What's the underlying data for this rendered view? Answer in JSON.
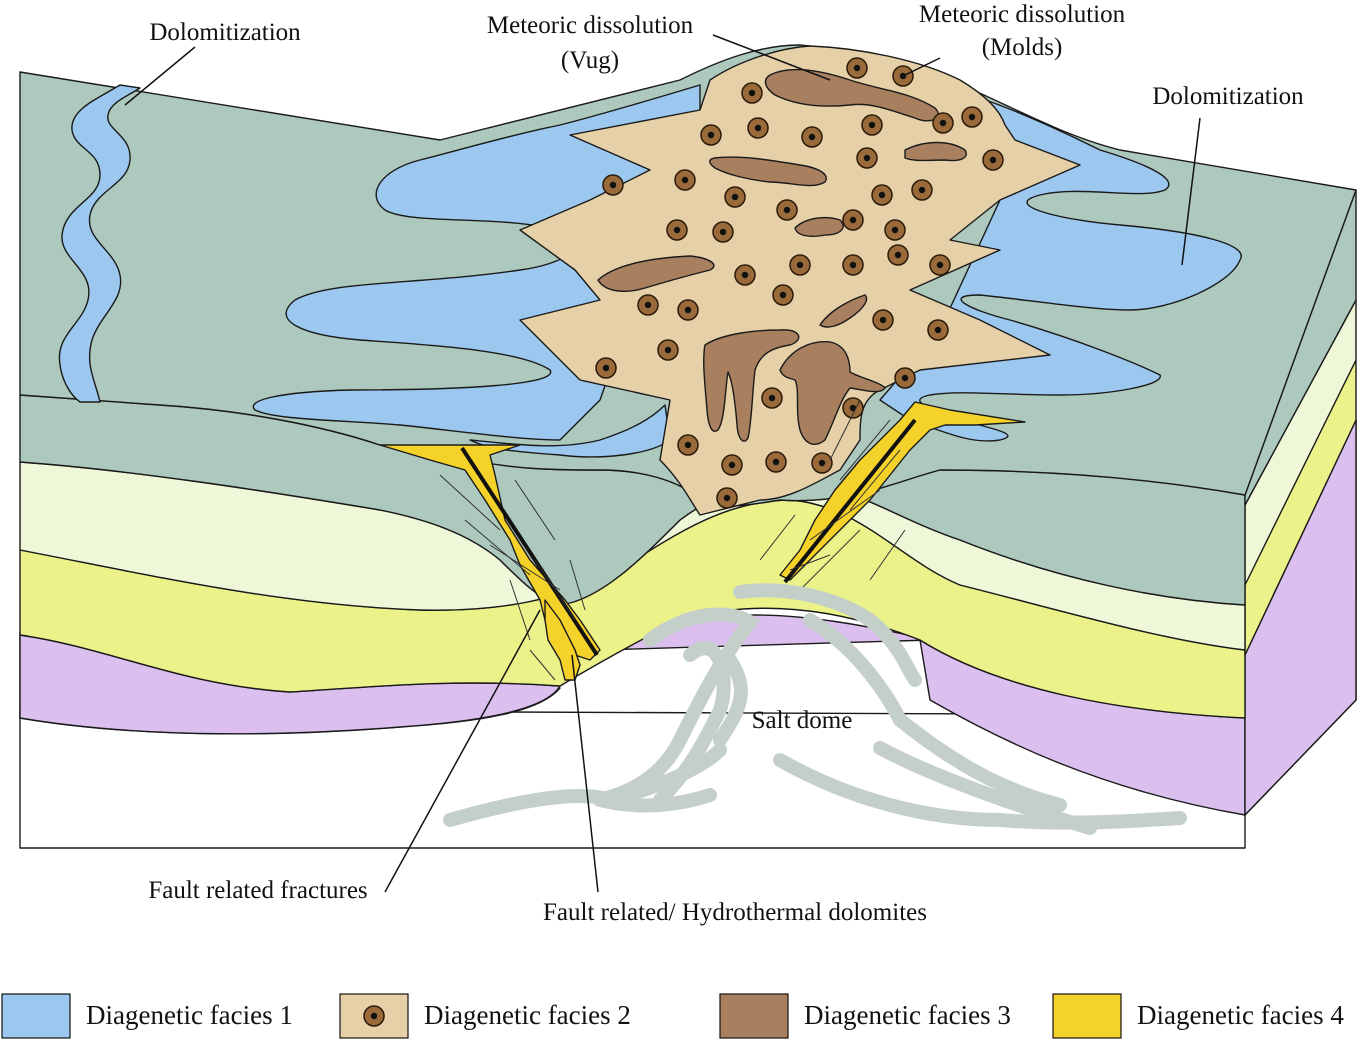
{
  "labels": {
    "dolomitization_left": "Dolomitization",
    "meteoric_vug_1": "Meteoric dissolution",
    "meteoric_vug_2": "(Vug)",
    "meteoric_molds_1": "Meteoric dissolution",
    "meteoric_molds_2": "(Molds)",
    "dolomitization_right": "Dolomitization",
    "salt_dome": "Salt dome",
    "fault_fractures": "Fault related fractures",
    "fault_hydrothermal": "Fault related/ Hydrothermal dolomites"
  },
  "legend": [
    {
      "label": "Diagenetic facies 1",
      "color": "#9cc8f0",
      "icon": "solid-swatch"
    },
    {
      "label": "Diagenetic facies 2",
      "color": "#e6d0a8",
      "icon": "mold-dot-swatch"
    },
    {
      "label": "Diagenetic facies 3",
      "color": "#a88060",
      "icon": "solid-swatch"
    },
    {
      "label": "Diagenetic facies 4",
      "color": "#f5d22a",
      "icon": "solid-swatch"
    }
  ],
  "colors": {
    "top_surface": "#adc8bd",
    "light_green_layer": "#eef8d8",
    "yellow_layer": "#ecf28a",
    "purple_layer": "#dbbfee",
    "salt_streaks": "#c4cfca"
  }
}
